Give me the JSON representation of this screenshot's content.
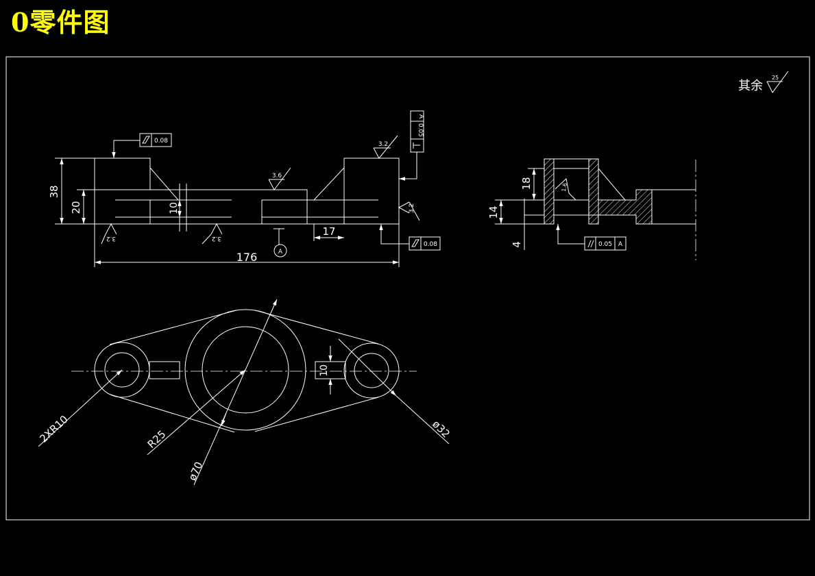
{
  "title": "0零件图",
  "colors": {
    "background": "#000000",
    "title": "#ffff00",
    "lines": "#ffffff"
  },
  "front_view": {
    "dims": {
      "length": "176",
      "height": "38",
      "hole_height": "20",
      "slot_width": "10",
      "boss": "17"
    },
    "flatness_top": "0.08",
    "flatness_bottom": "0.08",
    "perpendicularity": {
      "value": "0.05",
      "datum": "A"
    },
    "roughness_top_right": "3.2",
    "roughness_mid": "3.6",
    "roughness_right_side": "3.2",
    "roughness_bottom_left": "3.2",
    "roughness_bottom_mid": "3.2",
    "datum_label": "A"
  },
  "side_view": {
    "dims": {
      "d18": "18",
      "d14": "14",
      "d4": "4"
    },
    "roughness": "1.6",
    "parallelism": {
      "value": "0.05",
      "datum": "A"
    }
  },
  "top_view": {
    "dims": {
      "r10": "2XR10",
      "r25": "R25",
      "d70": "ø70",
      "d32": "ø32",
      "slot": "10"
    }
  },
  "general_roughness": {
    "label": "其余",
    "value": "25"
  }
}
